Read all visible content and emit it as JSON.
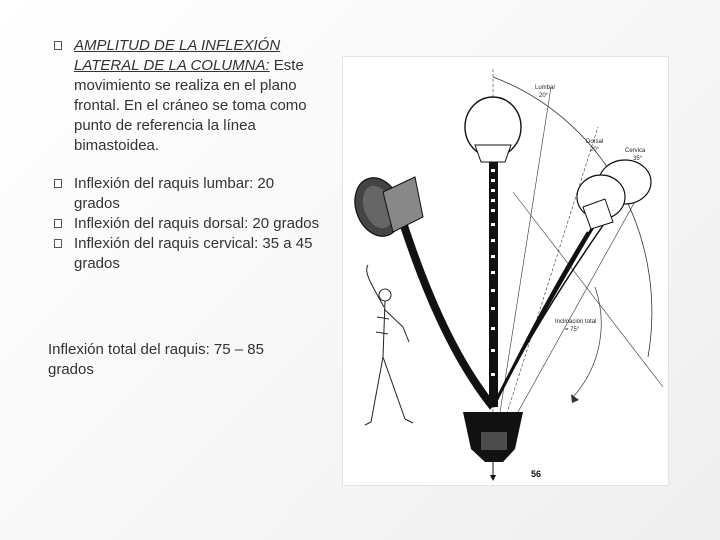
{
  "item1": {
    "lead": "AMPLITUD DE LA INFLEXIÓN LATERAL DE LA COLUMNA:",
    "body": " Este movimiento se realiza en el plano frontal. En el cráneo se toma como punto de referencia la línea bimastoidea."
  },
  "bullets": [
    {
      "lead": "Inflexión del raquis lumbar:",
      "body": " 20 grados"
    },
    {
      "lead": "Inflexión del raquis dorsal:",
      "body": " 20 grados"
    },
    {
      "lead": "Inflexión del raquis cervical:",
      "body": " 35 a 45 grados"
    }
  ],
  "total": {
    "lead": "Inflexión total del raquis:",
    "body": " 75 – 85 grados"
  },
  "figure": {
    "labels": {
      "lumbar": "Lumbar",
      "lumbar_deg": "20°",
      "dorsal": "Dorsal",
      "dorsal_deg": "20°",
      "cervical": "Cervica",
      "cervical_deg": "35°",
      "total": "Inclinación total",
      "total_deg": "= 75°"
    },
    "page_number": "56"
  }
}
